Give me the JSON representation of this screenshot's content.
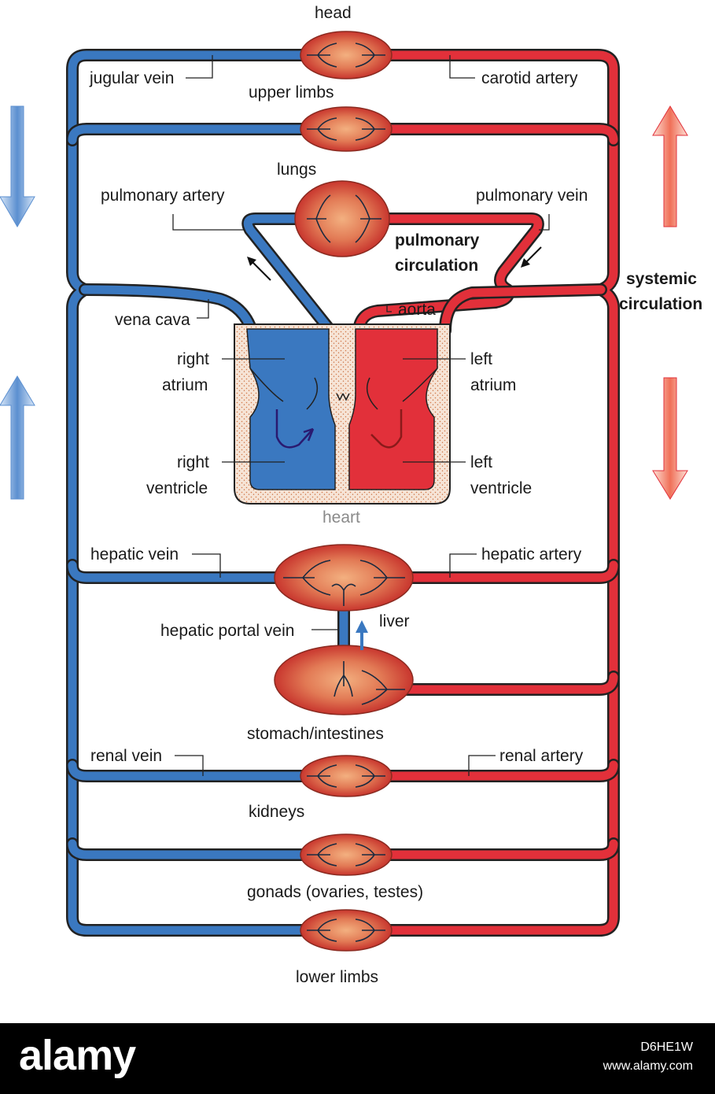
{
  "colors": {
    "vein": "#3a78c0",
    "artery": "#e2303a",
    "organ_center": "#f0a070",
    "organ_edge": "#c8362e",
    "heart_wall": "#f6e4d6",
    "arrow_blue": "#5b8fd0",
    "arrow_red": "#f07058"
  },
  "labels": {
    "head": "head",
    "upper_limbs": "upper limbs",
    "jugular_vein": "jugular vein",
    "carotid_artery": "carotid artery",
    "lungs": "lungs",
    "pulmonary_artery": "pulmonary artery",
    "pulmonary_vein": "pulmonary vein",
    "pulmonary_circulation_1": "pulmonary",
    "pulmonary_circulation_2": "circulation",
    "systemic_circulation_1": "systemic",
    "systemic_circulation_2": "circulation",
    "vena_cava": "vena cava",
    "aorta": "aorta",
    "right_atrium_1": "right",
    "right_atrium_2": "atrium",
    "left_atrium_1": "left",
    "left_atrium_2": "atrium",
    "right_ventricle_1": "right",
    "right_ventricle_2": "ventricle",
    "left_ventricle_1": "left",
    "left_ventricle_2": "ventricle",
    "heart": "heart",
    "hepatic_vein": "hepatic vein",
    "hepatic_artery": "hepatic artery",
    "hepatic_portal_vein": "hepatic portal vein",
    "liver": "liver",
    "stomach_intestines": "stomach/intestines",
    "renal_vein": "renal vein",
    "renal_artery": "renal artery",
    "kidneys": "kidneys",
    "gonads": "gonads (ovaries, testes)",
    "lower_limbs": "lower limbs"
  },
  "footer": {
    "logo": "alamy",
    "image_id": "D6HE1W",
    "url": "www.alamy.com"
  }
}
